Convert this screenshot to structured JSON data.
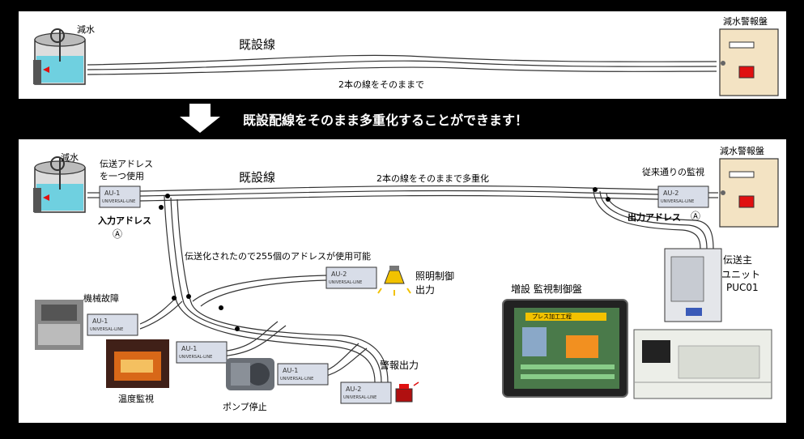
{
  "top": {
    "tank_label": "減水",
    "line_label": "既設線",
    "wire_note": "2本の線をそのままで",
    "alarm_panel_label": "減水警報盤"
  },
  "banner": "既設配線をそのまま多重化することができます！",
  "bottom": {
    "tank_label": "減水",
    "transmit_addr_line1": "伝送アドレス",
    "transmit_addr_line2": "を一つ使用",
    "line_label": "既設線",
    "wire_note": "2本の線をそのままで多重化",
    "monitor_label": "従来通りの監視",
    "alarm_panel_label": "減水警報盤",
    "input_address": "入力アドレス",
    "input_address_mark": "Ⓐ",
    "output_address": "出力アドレス",
    "output_address_mark": "Ⓐ",
    "address_note": "伝送化されたので255個のアドレスが使用可能",
    "lighting_line1": "照明制御",
    "lighting_line2": "出力",
    "master_line1": "伝送主",
    "master_line2": "ユニット",
    "master_line3": "PUC01",
    "machine_fault": "機械故障",
    "expansion_panel": "増設 監視制御盤",
    "temp_monitor": "温度監視",
    "alarm_output": "警報出力",
    "pump_stop": "ポンプ停止",
    "hmi_title": "プレス加工工程",
    "unit_model_a": "AU-1",
    "unit_model_b": "AU-2",
    "unit_brand": "UNIVERSAL-LINE"
  },
  "colors": {
    "background": "#000000",
    "panel": "#ffffff",
    "alarm_panel": "#f3e3c3",
    "alarm_lamp": "#e01010",
    "water": "#6fd0e0",
    "unit_body": "#d8dde8",
    "lamp_yellow": "#f2c200",
    "hmi_bg": "#4a7a4a"
  }
}
